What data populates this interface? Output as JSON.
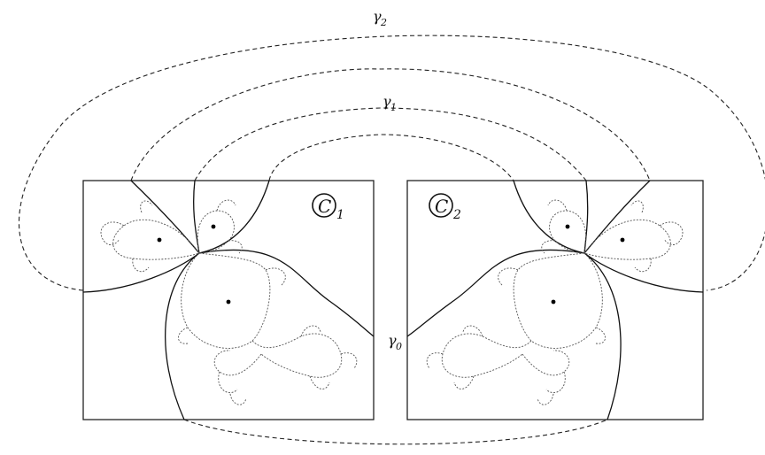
{
  "labels": {
    "gamma2": "γ",
    "gamma2_sub": "2",
    "gamma1": "γ",
    "gamma1_sub": "1",
    "gamma0": "γ",
    "gamma0_sub": "0",
    "plane1_letter": "C",
    "plane1_sub": "1",
    "plane2_letter": "C",
    "plane2_sub": "2"
  },
  "colors": {
    "line": "#111111",
    "background": "#ffffff"
  }
}
